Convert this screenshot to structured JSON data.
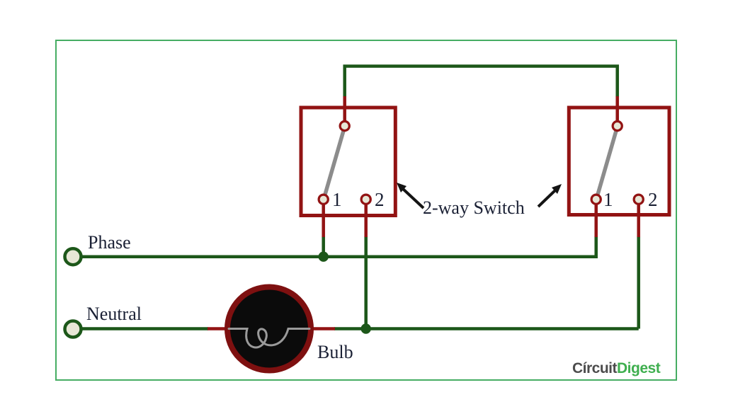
{
  "diagram": {
    "labels": {
      "phase": "Phase",
      "neutral": "Neutral",
      "bulb": "Bulb",
      "switch_annotation": "2-way Switch"
    },
    "switches": {
      "left": {
        "terminals": [
          "1",
          "2"
        ]
      },
      "right": {
        "terminals": [
          "1",
          "2"
        ]
      }
    },
    "logo": {
      "gray_part": "Círcuit",
      "green_part": "Digest"
    }
  },
  "colors": {
    "background": "#ffffff",
    "frame_green": "#46ad63",
    "wire_green": "#1c5719",
    "wire_red": "#921313",
    "bulb_ring_red": "#7e1010",
    "bulb_fill": "#0b0b0b",
    "lever_gray": "#8c8c8c",
    "filament_gray": "#9a9a9a",
    "terminal_fill": "#e7e7d6",
    "text_color": "#1b2135",
    "arrow_black": "#141414",
    "logo_gray": "#4c4c4c",
    "logo_green": "#3faf4f"
  }
}
